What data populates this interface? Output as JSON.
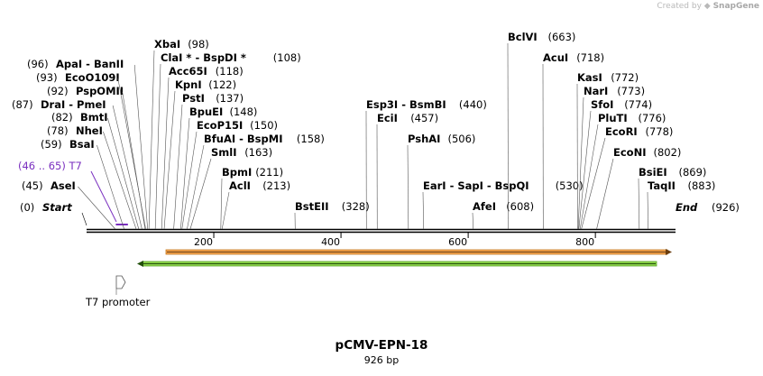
{
  "watermark": {
    "created_by": "Created by",
    "app": "SnapGene"
  },
  "plasmid": {
    "name": "pCMV-EPN-18",
    "length_label": "926 bp",
    "length": 926
  },
  "sequence": {
    "start_label": "Start",
    "start_pos": "(0)",
    "end_label": "End",
    "end_pos": "(926)"
  },
  "ruler": [
    200,
    400,
    600,
    800
  ],
  "colors": {
    "primer": "#7a2fbf",
    "orange_feature": "#f1a24f",
    "green_feature": "#8cd24a"
  },
  "primer_feature": {
    "name": "T7",
    "range_label": "(46 .. 65)",
    "start": 46,
    "end": 65
  },
  "promoter_feature": {
    "name": "T7 promoter"
  },
  "left_labels": [
    {
      "pos": "(96)",
      "name": "ApaI - BanII",
      "site": 96
    },
    {
      "pos": "(93)",
      "name": "EcoO109I",
      "site": 93
    },
    {
      "pos": "(92)",
      "name": "PspOMII",
      "site": 92
    },
    {
      "pos": "(87)",
      "name": "DraI - PmeI",
      "site": 87
    },
    {
      "pos": "(82)",
      "name": "BmtI",
      "site": 82
    },
    {
      "pos": "(78)",
      "name": "NheI",
      "site": 78
    },
    {
      "pos": "(59)",
      "name": "BsaI",
      "site": 59
    },
    {
      "pos": "(45)",
      "name": "AseI",
      "site": 45
    }
  ],
  "right_labels": [
    {
      "name": "XbaI",
      "pos": "(98)",
      "site": 98
    },
    {
      "name": "ClaI * - BspDI *",
      "pos": "(108)",
      "site": 108
    },
    {
      "name": "Acc65I",
      "pos": "(118)",
      "site": 118
    },
    {
      "name": "KpnI",
      "pos": "(122)",
      "site": 122
    },
    {
      "name": "PstI",
      "pos": "(137)",
      "site": 137
    },
    {
      "name": "BpuEI",
      "pos": "(148)",
      "site": 148
    },
    {
      "name": "EcoP15I",
      "pos": "(150)",
      "site": 150
    },
    {
      "name": "BfuAI - BspMI",
      "pos": "(158)",
      "site": 158
    },
    {
      "name": "SmlI",
      "pos": "(163)",
      "site": 163
    },
    {
      "name": "BpmI",
      "pos": "(211)",
      "site": 211
    },
    {
      "name": "AclI",
      "pos": "(213)",
      "site": 213
    },
    {
      "name": "BstEII",
      "pos": "(328)",
      "site": 328
    },
    {
      "name": "Esp3I - BsmBI",
      "pos": "(440)",
      "site": 440
    },
    {
      "name": "EciI",
      "pos": "(457)",
      "site": 457
    },
    {
      "name": "PshAI",
      "pos": "(506)",
      "site": 506
    },
    {
      "name": "EarI - SapI - BspQI",
      "pos": "(530)",
      "site": 530
    },
    {
      "name": "AfeI",
      "pos": "(608)",
      "site": 608
    },
    {
      "name": "BclVI",
      "pos": "(663)",
      "site": 663
    },
    {
      "name": "AcuI",
      "pos": "(718)",
      "site": 718
    },
    {
      "name": "KasI",
      "pos": "(772)",
      "site": 772
    },
    {
      "name": "NarI",
      "pos": "(773)",
      "site": 773
    },
    {
      "name": "SfoI",
      "pos": "(774)",
      "site": 774
    },
    {
      "name": "PluTI",
      "pos": "(776)",
      "site": 776
    },
    {
      "name": "EcoRI",
      "pos": "(778)",
      "site": 778
    },
    {
      "name": "EcoNI",
      "pos": "(802)",
      "site": 802
    },
    {
      "name": "BsiEI",
      "pos": "(869)",
      "site": 869
    },
    {
      "name": "TaqII",
      "pos": "(883)",
      "site": 883
    }
  ]
}
